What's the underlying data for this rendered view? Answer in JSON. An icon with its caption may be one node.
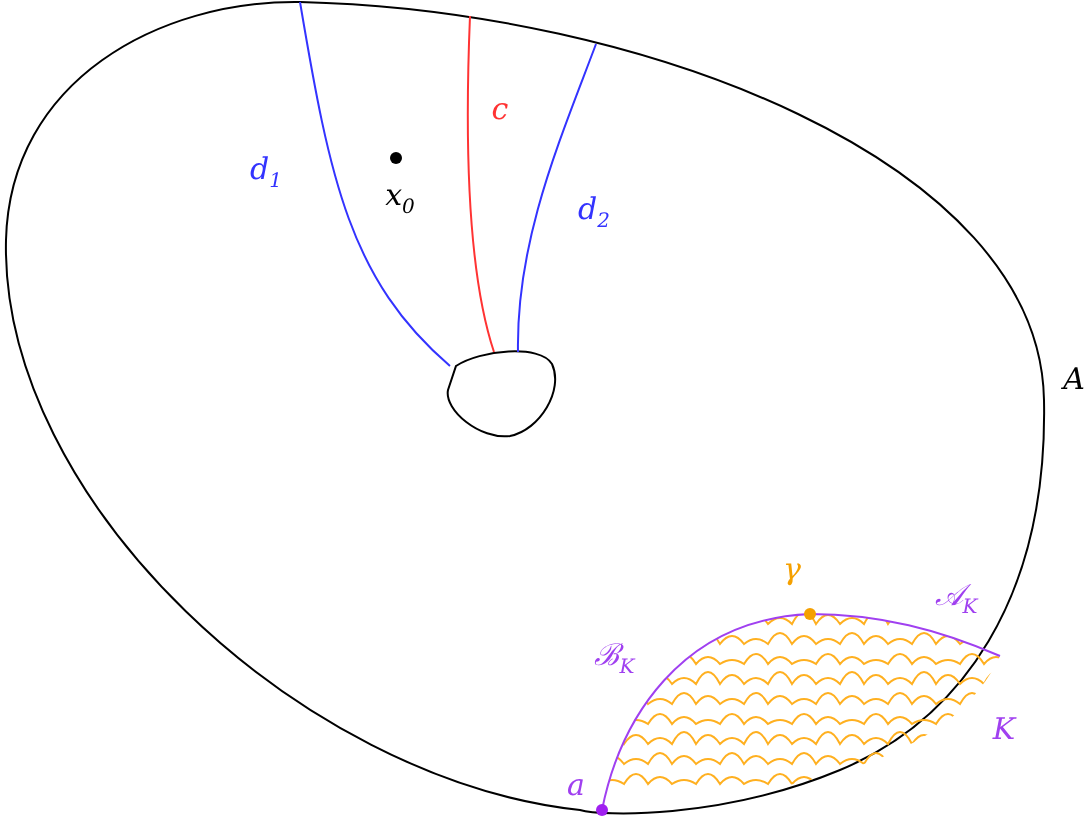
{
  "diagram": {
    "labels": [
      "d$_{1}$",
      "x$_{0}$",
      "c",
      "d$_{2}$",
      "A",
      "γ",
      "𝒜$_{K}$",
      "ℬ$_{K}$",
      "K",
      "a"
    ]
  }
}
